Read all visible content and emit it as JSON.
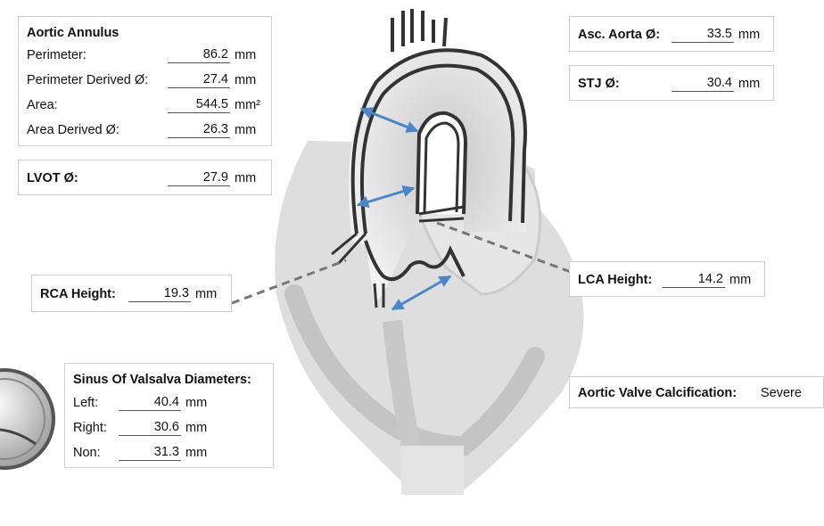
{
  "aortic_annulus": {
    "title": "Aortic Annulus",
    "rows": [
      {
        "label": "Perimeter:",
        "value": "86.2",
        "unit": "mm"
      },
      {
        "label": "Perimeter Derived Ø:",
        "value": "27.4",
        "unit": "mm"
      },
      {
        "label": "Area:",
        "value": "544.5",
        "unit": "mm²"
      },
      {
        "label": "Area Derived Ø:",
        "value": "26.3",
        "unit": "mm"
      }
    ]
  },
  "lvot": {
    "label": "LVOT Ø:",
    "value": "27.9",
    "unit": "mm"
  },
  "asc_aorta": {
    "label": "Asc. Aorta Ø:",
    "value": "33.5",
    "unit": "mm"
  },
  "stj": {
    "label": "STJ Ø:",
    "value": "30.4",
    "unit": "mm"
  },
  "rca_height": {
    "label": "RCA Height:",
    "value": "19.3",
    "unit": "mm"
  },
  "lca_height": {
    "label": "LCA Height:",
    "value": "14.2",
    "unit": "mm"
  },
  "sinus": {
    "title": "Sinus Of Valsalva Diameters:",
    "rows": [
      {
        "label": "Left:",
        "value": "40.4",
        "unit": "mm"
      },
      {
        "label": "Right:",
        "value": "30.6",
        "unit": "mm"
      },
      {
        "label": "Non:",
        "value": "31.3",
        "unit": "mm"
      }
    ]
  },
  "calcification": {
    "label": "Aortic Valve Calcification:",
    "value": "Severe"
  },
  "colors": {
    "arrow": "#4a86c8",
    "leader_line": "#777777",
    "heart_fill": "#d9d9d9",
    "aorta_wall": "#333333"
  }
}
